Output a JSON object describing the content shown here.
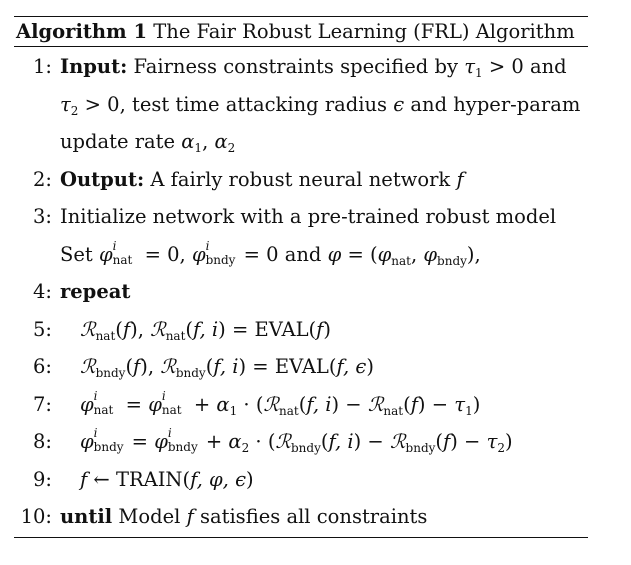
{
  "caption": {
    "label": "Algorithm 1",
    "title": "The Fair Robust Learning (FRL) Algorithm"
  },
  "lines": [
    {
      "num": "1:",
      "keyword": "Input:",
      "text": "Fairness constraints specified by τ₁ > 0 and"
    },
    {
      "num": "",
      "text": "τ₂ > 0, test time attacking radius ϵ and hyper-param"
    },
    {
      "num": "",
      "text": "update rate α₁, α₂"
    },
    {
      "num": "2:",
      "keyword": "Output:",
      "text": "A fairly robust neural network f"
    },
    {
      "num": "3:",
      "text": "Initialize network with a pre-trained robust model"
    },
    {
      "num": "",
      "text": "Set φⁱnat = 0, φⁱbndy = 0 and φ = (φnat, φbndy),"
    },
    {
      "num": "4:",
      "keyword": "repeat",
      "text": ""
    },
    {
      "num": "5:",
      "text": "ℛnat(f), ℛnat(f, i) = EVAL(f)"
    },
    {
      "num": "6:",
      "text": "ℛbndy(f), ℛbndy(f, i) = EVAL(f, ϵ)"
    },
    {
      "num": "7:",
      "text": "φⁱnat = φⁱnat + α₁ · (ℛnat(f, i) − ℛnat(f) − τ₁)"
    },
    {
      "num": "8:",
      "text": "φⁱbndy = φⁱbndy + α₂ · (ℛbndy(f, i) − ℛbndy(f) − τ₂)"
    },
    {
      "num": "9:",
      "text": "f ← TRAIN(f, φ, ϵ)"
    },
    {
      "num": "10:",
      "keyword": "until",
      "text": "Model f satisfies all constraints"
    }
  ]
}
